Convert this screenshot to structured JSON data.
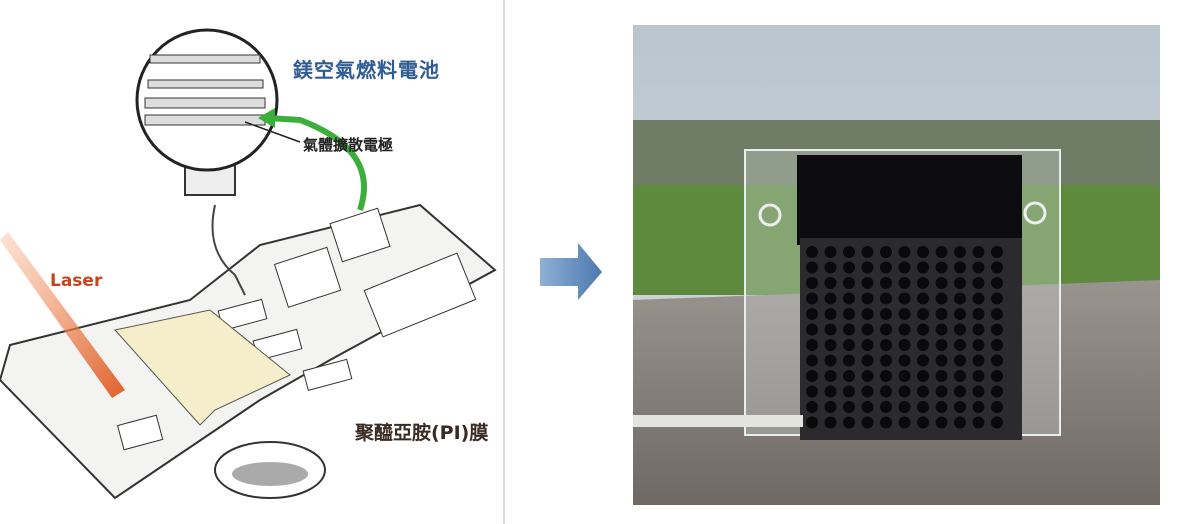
{
  "illustration": {
    "title": "鎂空氣燃料電池",
    "electrode_label": "氣體擴散電極",
    "laser_label": "Laser",
    "film_label": "聚醯亞胺(PI)膜"
  },
  "colors": {
    "title": "#2f5d93",
    "laser": "#c8441e",
    "arrow": "#5b86b8",
    "green_arrow": "#3cae3c"
  },
  "photo": {
    "hole_rows": 12,
    "hole_cols": 11
  }
}
